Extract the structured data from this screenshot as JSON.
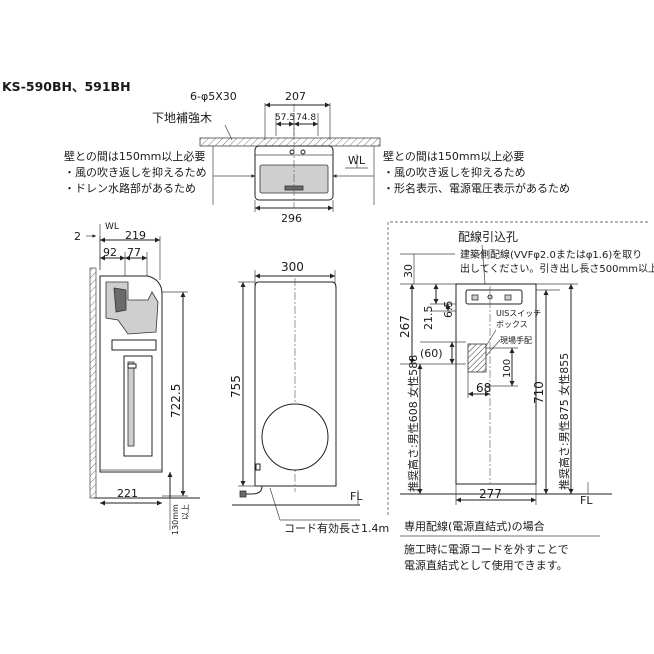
{
  "model": "KS-590BH、591BH",
  "top_view": {
    "holes": "6-φ5X30",
    "dim_207": "207",
    "dim_57_5": "57.5",
    "dim_74_8": "74.8",
    "reinforcement": "下地補強木",
    "wl": "WL",
    "dim_296": "296",
    "note_left": [
      "壁との間は150mm以上必要",
      "・風の吹き返しを抑えるため",
      "・ドレン水路部があるため"
    ],
    "note_right": [
      "壁との間は150mm以上必要",
      "・風の吹き返しを抑えるため",
      "・形名表示、電源電圧表示があるため"
    ]
  },
  "side_view": {
    "dim_2": "2",
    "wl": "WL",
    "dim_219": "219",
    "dim_92": "92",
    "dim_77": "77",
    "dim_722_5": "722.5",
    "dim_221": "221",
    "clearance": "130mm以上",
    "clearance_num": "130mm",
    "clearance_sub": "以上"
  },
  "front_view": {
    "dim_300": "300",
    "dim_755": "755",
    "fl": "FL",
    "cord": "コード有効長さ1.4m"
  },
  "rear_view": {
    "wiring_hole": "配線引込孔",
    "wiring_note": [
      "建築側配線(VVFφ2.0またはφ1.6)を取り",
      "出してください。引き出し長さ500mm以上"
    ],
    "dim_30": "30",
    "dim_21_5": "21.5",
    "dim_6_5": "6.5",
    "dim_267": "267",
    "dim_60": "(60)",
    "switch_box": [
      "UISスイッチ",
      "ボックス"
    ],
    "site_wiring": "現場手配",
    "dim_100": "100",
    "dim_68": "68",
    "rec_height_left": "推奨高さ:男性608 女性588",
    "dim_710": "710",
    "rec_height_right": "推奨高さ:男性875 女性855",
    "dim_277": "277",
    "fl": "FL",
    "dedicated_title": "専用配線(電源直結式)の場合",
    "dedicated_note": [
      "施工時に電源コードを外すことで",
      "電源直結式として使用できます。"
    ]
  }
}
